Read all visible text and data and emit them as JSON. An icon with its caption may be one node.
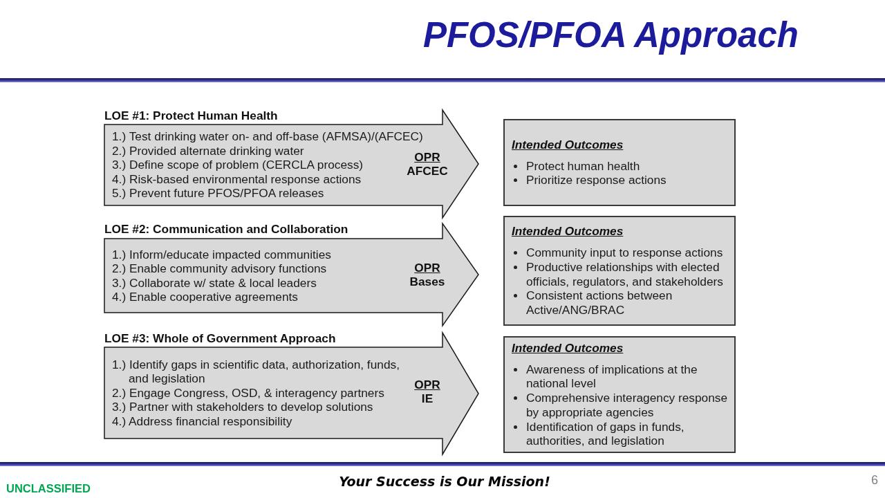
{
  "diagram": {
    "title": "PFOS/PFOA Approach",
    "nodes": [
      {
        "text": [
          "LOE #1: Protect Human Health",
          "1.) Test drinking water on- and off-base (AFMSA)/(AFCEC)",
          "2.) Provided alternate drinking water",
          "3.) Define scope of problem (CERCLA process)",
          "4.) Risk-based environmental response actions",
          "5.) Prevent future PFOS/PFOA releases",
          "OPR",
          "AFCEC"
        ]
      },
      {
        "text": [
          "Intended Outcomes",
          "Protect human health",
          "Prioritize response actions"
        ]
      },
      {
        "text": [
          "LOE #2: Communication and Collaboration",
          "1.) Inform/educate impacted communities",
          "2.) Enable community advisory functions",
          "3.) Collaborate w/ state & local leaders",
          "4.) Enable cooperative agreements",
          "OPR",
          "Bases"
        ]
      },
      {
        "text": [
          "Intended Outcomes",
          "Community input to response actions",
          "Productive relationships with elected officials, regulators, and stakeholders",
          "Consistent actions between Active/ANG/BRAC"
        ]
      },
      {
        "text": [
          "LOE #3: Whole of Government Approach",
          "1.) Identify gaps in scientific data, authorization, funds, and legislation",
          "2.) Engage Congress, OSD, & interagency partners",
          "3.) Partner with stakeholders to develop solutions",
          "4.) Address financial responsibility",
          "OPR",
          "IE"
        ]
      },
      {
        "text": [
          "Intended Outcomes",
          "Awareness of implications at the national level",
          "Comprehensive interagency response by appropriate agencies",
          "Identification of gaps in funds, authorities, and legislation"
        ]
      }
    ],
    "labels": [
      "UNCLASSIFIED",
      "Your Success is Our Mission!",
      "6"
    ]
  }
}
